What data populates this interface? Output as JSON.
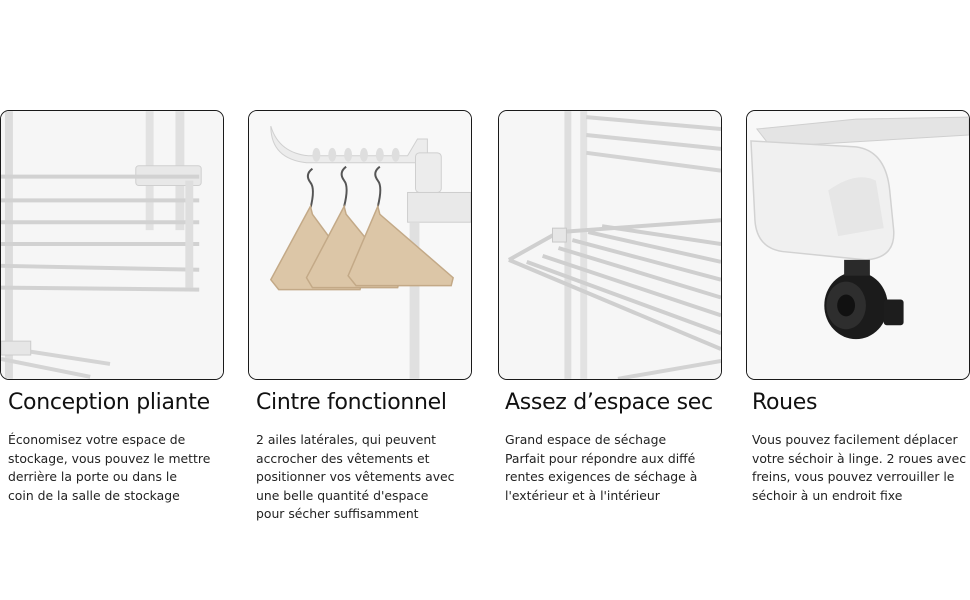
{
  "features": [
    {
      "title": "Conception pliante",
      "description": "Économisez votre espace de\nstockage, vous pouvez le mettre\nderrière la porte ou dans le\ncoin de la salle de stockage"
    },
    {
      "title": "Cintre fonctionnel",
      "description": "2 ailes latérales, qui peuvent\naccrocher des vêtements et\npositionner vos vêtements avec\nune belle quantité d'espace\npour sécher suffisamment"
    },
    {
      "title": "Assez d’espace sec",
      "description": "Grand espace de séchage\nParfait pour répondre aux diffé\nrentes exigences de séchage à\nl'extérieur et à l'intérieur"
    },
    {
      "title": "Roues",
      "description": "Vous pouvez facilement déplacer\nvotre séchoir à linge. 2 roues avec\nfreins, vous pouvez verrouiller le\nséchoir à un endroit fixe"
    }
  ]
}
